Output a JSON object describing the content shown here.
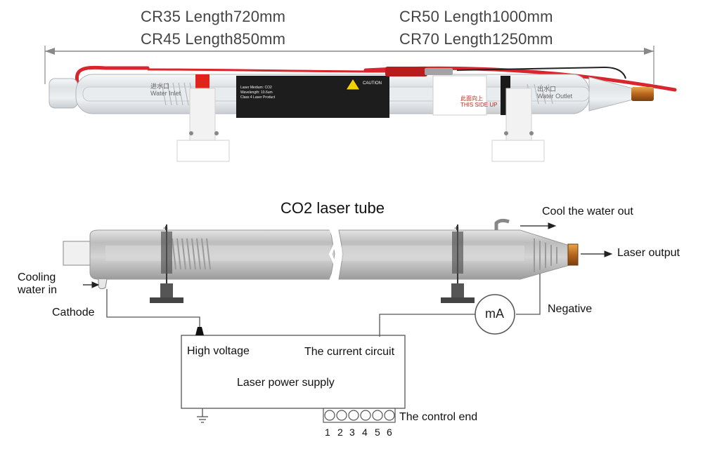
{
  "specs": {
    "left": [
      "CR35 Length720mm",
      "CR45 Length850mm"
    ],
    "right": [
      "CR50 Length1000mm",
      "CR70 Length1250mm"
    ]
  },
  "photo": {
    "label_in": "进水口",
    "label_in_en": "Water Inlet",
    "label_out": "出水口",
    "label_out_en": "Water Outlet",
    "this_side_up": "此面向上",
    "this_side_up_en": "THIS SIDE UP",
    "caution": "CAUTION",
    "label_lines": [
      "Laser Medium: CO2",
      "Wavelength: 10.6um",
      "Class 4 Laser Product"
    ]
  },
  "diagram": {
    "title": "CO2 laser tube",
    "cool_water_out": "Cool the water out",
    "laser_output": "Laser output",
    "cooling_water_in": [
      "Cooling",
      "water in"
    ],
    "cathode": "Cathode",
    "negative": "Negative",
    "meter": "mA",
    "high_voltage": "High voltage",
    "current_circuit": "The current circuit",
    "power_supply": "Laser power supply",
    "control_end": "The control end",
    "pins": [
      "1",
      "2",
      "3",
      "4",
      "5",
      "6"
    ]
  },
  "colors": {
    "glass": "#d9dde0",
    "red_wire": "#d8262e",
    "tube_body": "#c8c8c8",
    "line": "#555555"
  }
}
